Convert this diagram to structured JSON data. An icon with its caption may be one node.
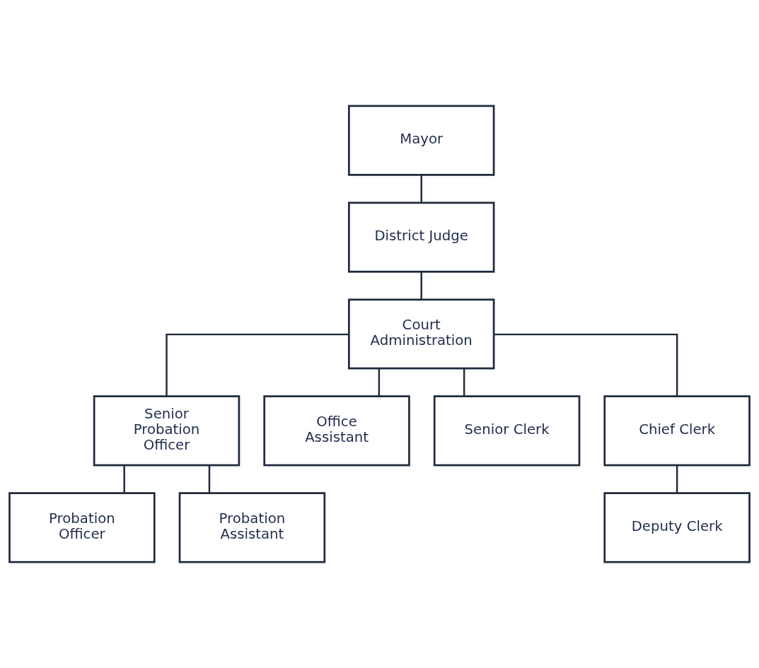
{
  "diagram": {
    "nodes": [
      {
        "text": [
          "Mayor"
        ]
      },
      {
        "text": [
          "District Judge"
        ]
      },
      {
        "text": [
          "Court Administration"
        ]
      },
      {
        "text": [
          "Senior Probation Officer"
        ]
      },
      {
        "text": [
          "Office Assistant"
        ]
      },
      {
        "text": [
          "Senior Clerk"
        ]
      },
      {
        "text": [
          "Chief Clerk"
        ]
      },
      {
        "text": [
          "Probation Officer"
        ]
      },
      {
        "text": [
          "Probation Assistant"
        ]
      },
      {
        "text": [
          "Deputy Clerk"
        ]
      }
    ],
    "edges": [
      {
        "from": 0,
        "to": 1,
        "arrow": "none"
      },
      {
        "from": 1,
        "to": 2,
        "arrow": "none"
      },
      {
        "from": 2,
        "to": 3,
        "arrow": "none"
      },
      {
        "from": 2,
        "to": 4,
        "arrow": "none"
      },
      {
        "from": 2,
        "to": 5,
        "arrow": "none"
      },
      {
        "from": 2,
        "to": 6,
        "arrow": "none"
      },
      {
        "from": 3,
        "to": 7,
        "arrow": "none"
      },
      {
        "from": 3,
        "to": 8,
        "arrow": "none"
      },
      {
        "from": 6,
        "to": 9,
        "arrow": "none"
      }
    ]
  }
}
